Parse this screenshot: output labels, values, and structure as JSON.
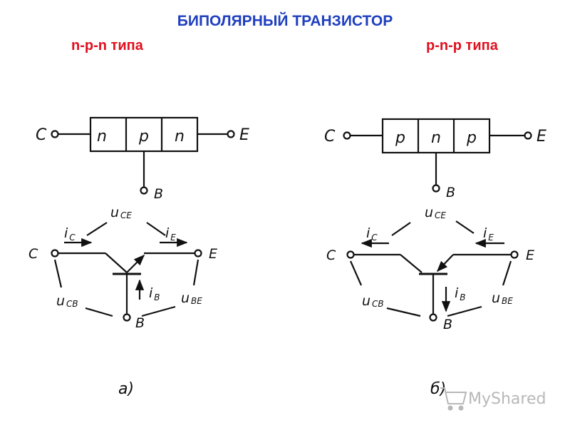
{
  "title": "БИПОЛЯРНЫЙ ТРАНЗИСТОР",
  "subtitle_left": "n-p-n типа",
  "subtitle_right": "p-n-p типа",
  "npn": {
    "layers": [
      "n",
      "p",
      "n"
    ],
    "collector": "C",
    "emitter": "E",
    "base": "B",
    "i_c_main": "i",
    "i_c_sub": "C",
    "i_e_main": "i",
    "i_e_sub": "E",
    "i_b_main": "i",
    "i_b_sub": "B",
    "u_ce_main": "u",
    "u_ce_sub": "CE",
    "u_cb_main": "u",
    "u_cb_sub": "CB",
    "u_be_main": "u",
    "u_be_sub": "BE",
    "caption": "а)"
  },
  "pnp": {
    "layers": [
      "p",
      "n",
      "p"
    ],
    "collector": "C",
    "emitter": "E",
    "base": "B",
    "i_c_main": "i",
    "i_c_sub": "C",
    "i_e_main": "i",
    "i_e_sub": "E",
    "i_b_main": "i",
    "i_b_sub": "B",
    "u_ce_main": "u",
    "u_ce_sub": "CE",
    "u_cb_main": "u",
    "u_cb_sub": "CB",
    "u_be_main": "u",
    "u_be_sub": "BE",
    "caption": "б)"
  },
  "watermark": "MyShared",
  "colors": {
    "title": "#1f3fbf",
    "subtitle": "#e0101f",
    "ink": "#111111"
  }
}
